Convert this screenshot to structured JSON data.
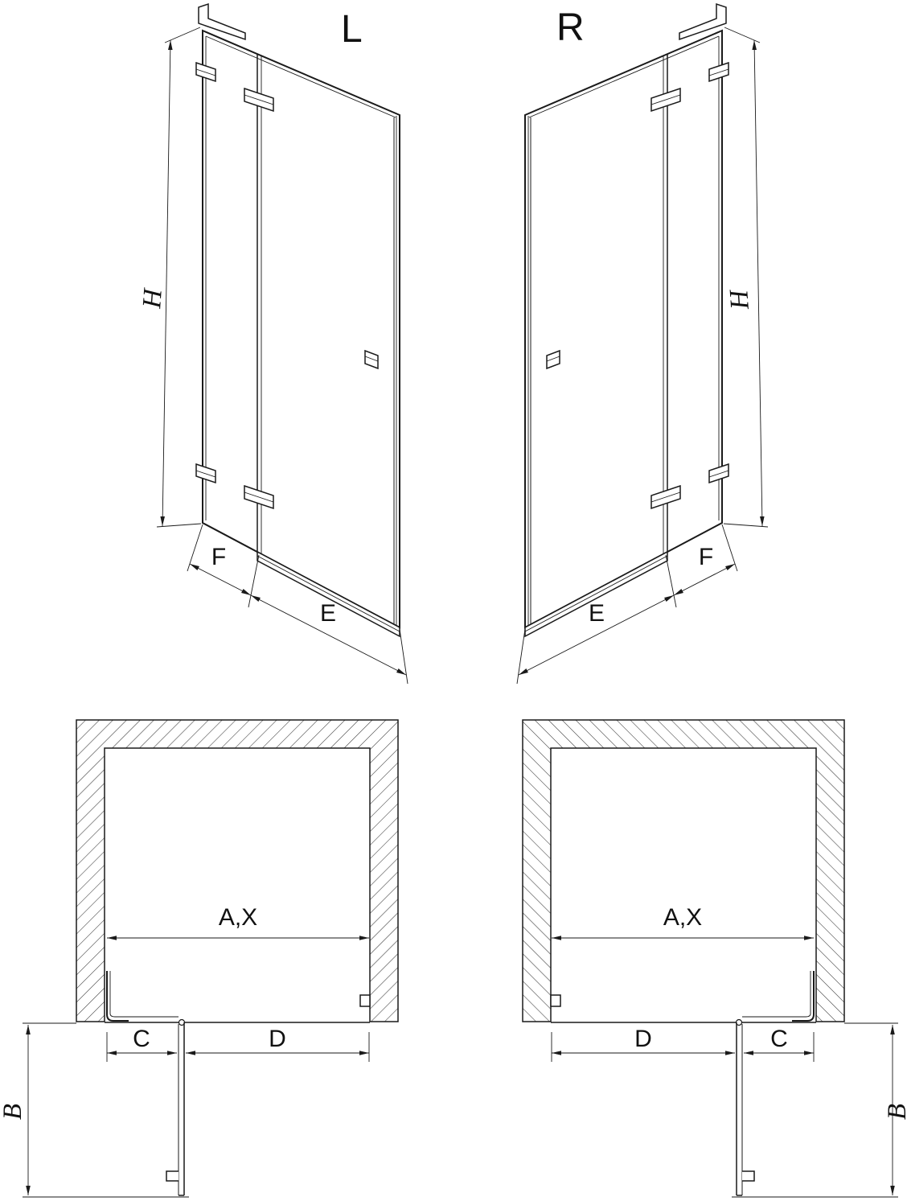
{
  "views": {
    "left_door": {
      "variant_label": "L",
      "height_label": "H",
      "fixed_panel_label": "F",
      "door_width_label": "E"
    },
    "right_door": {
      "variant_label": "R",
      "height_label": "H",
      "fixed_panel_label": "F",
      "door_width_label": "E"
    },
    "left_plan": {
      "width_label": "A,X",
      "hinge_offset_label": "C",
      "door_label": "D",
      "depth_label": "B"
    },
    "right_plan": {
      "width_label": "A,X",
      "hinge_offset_label": "C",
      "door_label": "D",
      "depth_label": "B"
    }
  }
}
